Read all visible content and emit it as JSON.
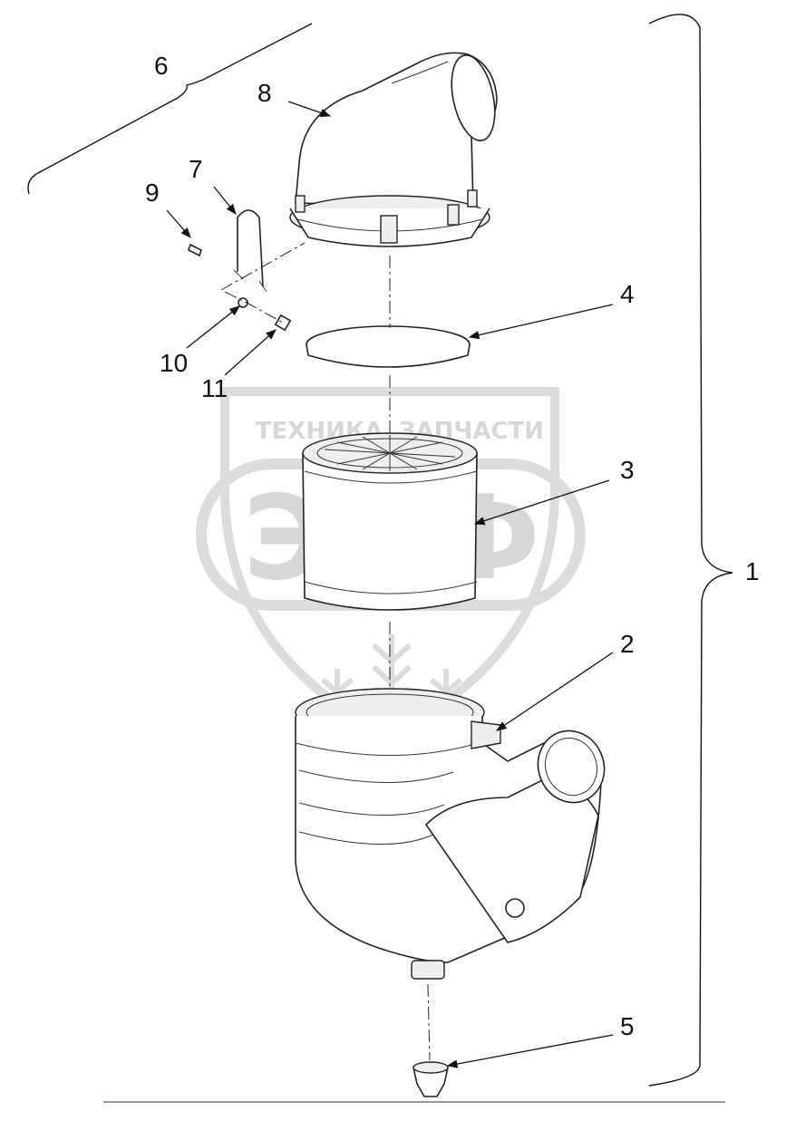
{
  "callouts": [
    {
      "id": "callout-1",
      "label": "1"
    },
    {
      "id": "callout-2",
      "label": "2"
    },
    {
      "id": "callout-3",
      "label": "3"
    },
    {
      "id": "callout-4",
      "label": "4"
    },
    {
      "id": "callout-5",
      "label": "5"
    },
    {
      "id": "callout-6",
      "label": "6"
    },
    {
      "id": "callout-7",
      "label": "7"
    },
    {
      "id": "callout-8",
      "label": "8"
    },
    {
      "id": "callout-9",
      "label": "9"
    },
    {
      "id": "callout-10",
      "label": "10"
    },
    {
      "id": "callout-11",
      "label": "11"
    }
  ],
  "watermark": {
    "top_left": "ТЕХНИКА",
    "top_right": "ЗАПЧАСТИ",
    "logo": "ЭПФ"
  }
}
